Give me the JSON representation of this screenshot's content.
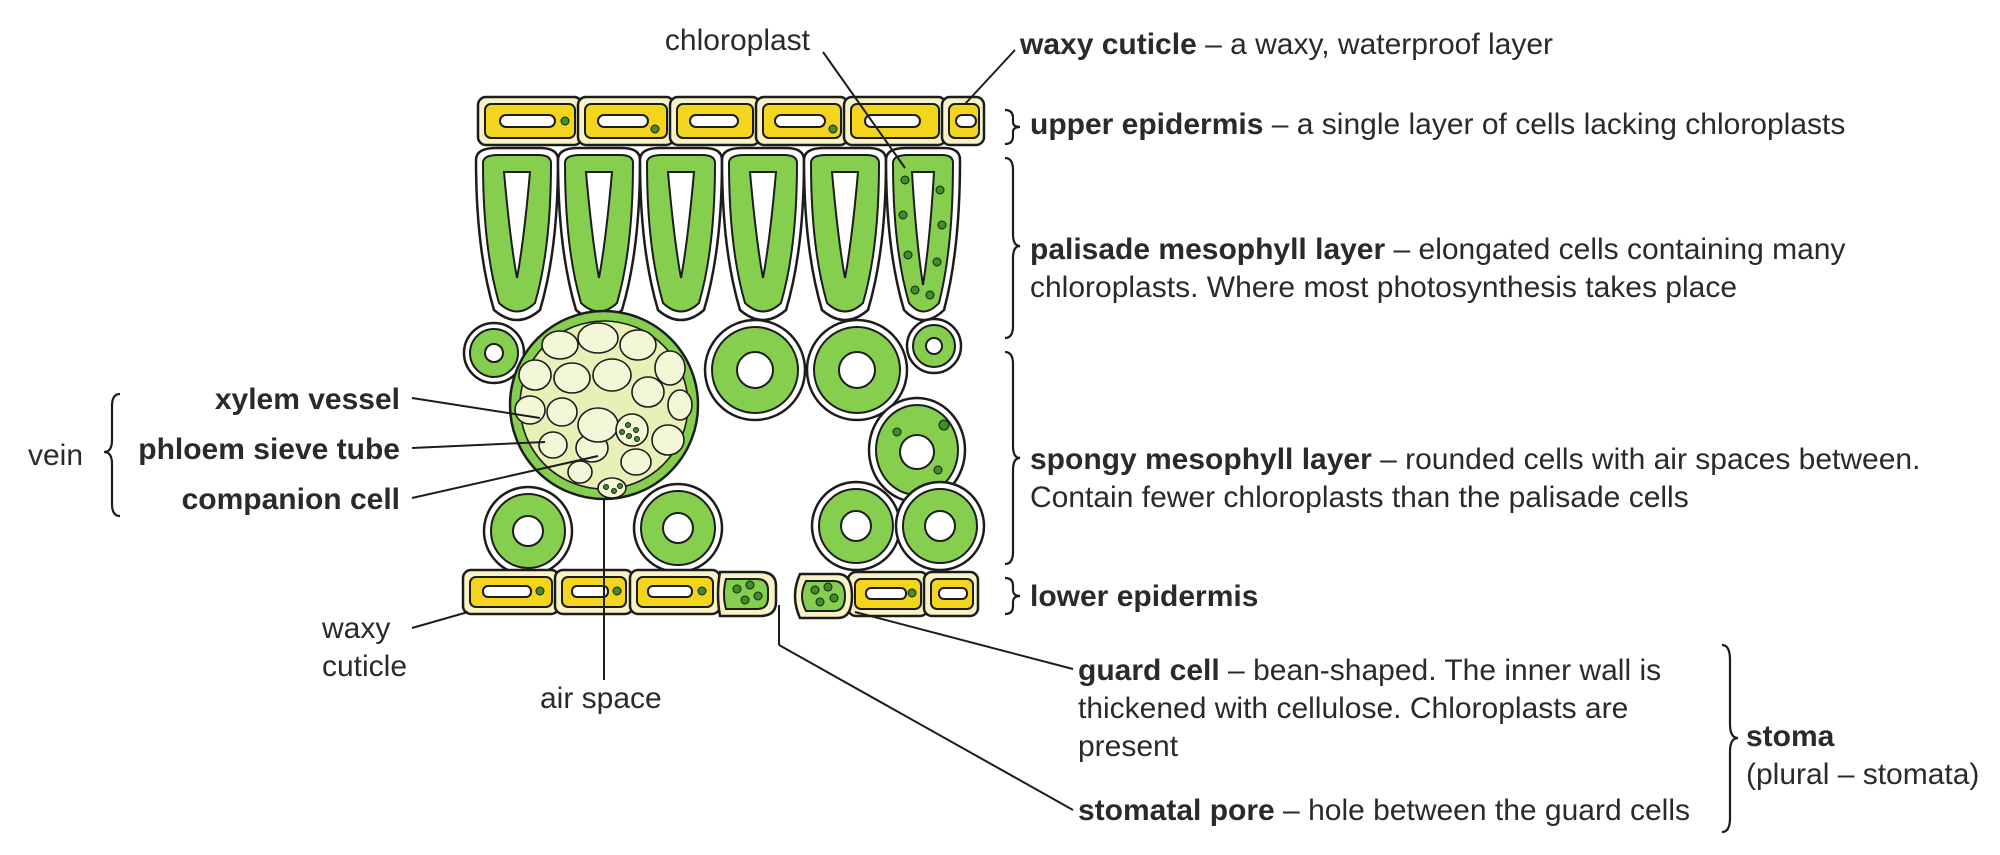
{
  "labels": {
    "chloroplast": "chloroplast",
    "cuticle_top": {
      "term": "waxy cuticle",
      "desc": " – a waxy, waterproof layer"
    },
    "upper_epidermis": {
      "term": "upper epidermis",
      "desc": " – a single layer of cells lacking chloroplasts"
    },
    "palisade": {
      "term": "palisade mesophyll layer",
      "desc1": " – elongated cells containing many",
      "desc2": "chloroplasts. Where most photosynthesis takes place"
    },
    "spongy": {
      "term": "spongy mesophyll layer",
      "desc1": " – rounded cells with air spaces between.",
      "desc2": "Contain fewer chloroplasts than the palisade cells"
    },
    "lower_epidermis": "lower epidermis",
    "guard_cell": {
      "term": "guard cell",
      "desc1": " – bean-shaped. The inner wall is",
      "desc2": "thickened with cellulose. Chloroplasts are",
      "desc3": "present"
    },
    "stomatal_pore": {
      "term": "stomatal pore",
      "desc": " – hole between the guard cells"
    },
    "stoma": {
      "term": "stoma",
      "plural": "(plural – stomata)"
    },
    "xylem": "xylem vessel",
    "phloem": "phloem sieve tube",
    "companion": "companion cell",
    "vein": "vein",
    "cuticle_bottom_1": "waxy",
    "cuticle_bottom_2": "cuticle",
    "air_space": "air space"
  },
  "colors": {
    "cytoplasm": "#86cf4e",
    "epidermis": "#f2d51c",
    "cell_wall": "#ffffff",
    "chloroplast": "#3e8e2a",
    "outline": "#1c1c1c",
    "text": "#2a2a2a"
  }
}
